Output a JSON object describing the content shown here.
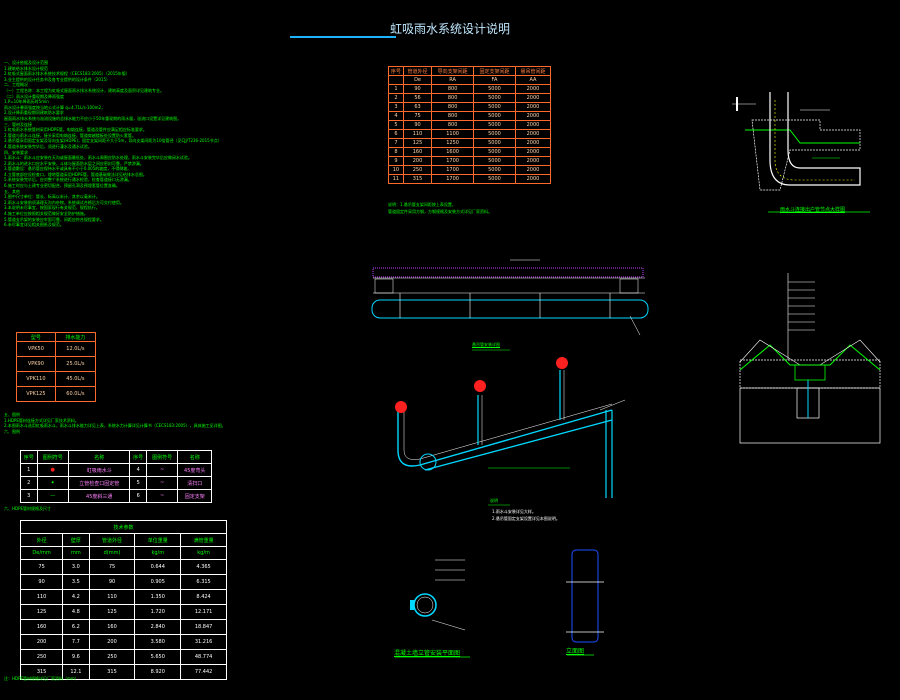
{
  "title": "虹吸雨水系统设计说明",
  "notes": {
    "lines": [
      "一、设计依据及设计范围",
      "  1.建筑给水排水设计规范",
      "  2.虹吸式屋面雨水排水系统技术规程（CECS183:2005）（2015年版）",
      "  3.业主提供的设计任务书及各专业提供的设计条件（2015）",
      "二、工程概况",
      "（一）工程名称：本工程为虹吸式屋面雨水排水系统设计，建筑高度及面积详见建筑专业。",
      "（二）雨水设计重现期及降雨强度",
      "  1.P=10年降雨历时5min",
      "  雨水设计暴雨强度按当地公式计算 q=4.71L/s·100m2，",
      "  2.设计降雨重现期同建筑防水要求",
      "  屋面雨水排水系统与溢流设施的总排水能力不应小于50年重现期的雨水量，溢流口设置详见建筑图。",
      "三、管材及连接",
      "  1.虹吸雨水系统管材采用HDPE管，电熔连接，管道及管件应满足相应标准要求。",
      "  2.管道与雨水斗连接，接头采用电熔连接，管道穿越楼板处设置防火套管。",
      "  3.悬吊管采用固定支架及导向支架(HDPE)，固定支架间距不大于5m，导向支架间距为10倍管径（见CJJ/T236-2015节点）",
      "  4.管道系统安装完毕后，须进行灌水及通水试验。",
      "四、安装要求",
      "  1.雨水斗：雨水斗应安装在天沟或屋面最低处，雨水斗周围应防水处理，雨水斗安装完毕后应做闭水试验。",
      "  2.雨水斗的进水口应水平安装，斗体与屋面防水层之间应密封可靠，严禁渗漏。",
      "  3.管道敷设：悬吊管应保持水平或具有不小于0.005的坡度，不得倒坡。",
      "  4.立管底部应设检查口，埋地管道采用HDPE管，管道基础做法详见给排水总图。",
      "  5.系统安装完毕后，应对整个系统进行通水检验，检查管道接口无渗漏。",
      "  6.施工时应与土建专业密切配合，预留孔洞及预埋套管位置准确。",
      "五、其他",
      "  1.图中尺寸单位：管长、标高以米计，其余以毫米计。",
      "  2.雨水斗安装前须清理天沟内杂物，系统调试合格后方可交付使用。",
      "  3.本说明未尽事宜，按国家现行有关规范、规程执行。",
      "  4.施工单位应按照相关规范做好安全防护措施。",
      "  5.管道支吊架的安装应牢固可靠，间距应符合规程要求。",
      "  6.未尽事宜详见相关图纸及规范。"
    ]
  },
  "flow_table": {
    "headers": [
      "型号",
      "排水能力"
    ],
    "rows": [
      [
        "VPK50",
        "12.0L/s"
      ],
      [
        "VPK90",
        "25.0L/s"
      ],
      [
        "VPK110",
        "45.0L/s"
      ],
      [
        "VPK125",
        "60.0L/s"
      ]
    ]
  },
  "notes2": [
    "五、图例",
    "1.HDPE管材连接方式详见厂家技术资料。",
    "2.本图雨水斗选用虹吸雨水斗，雨水斗排水能力详见上表，系统水力计算详见计算书（CECS183:2005），具体施工见详图。",
    "六、图例"
  ],
  "legend": {
    "headers": [
      "序号",
      "图例符号",
      "名称",
      "序号",
      "图例符号",
      "名称"
    ],
    "rows": [
      [
        "1",
        "",
        "虹吸雨水斗",
        "4",
        "",
        "45度弯头"
      ],
      [
        "2",
        "",
        "立管检查口固定管",
        "5",
        "",
        "清扫口"
      ],
      [
        "3",
        "",
        "45度斜三通",
        "6",
        "",
        "固定支架"
      ]
    ]
  },
  "hdpe_title": "六、HDPE管材规格及尺寸",
  "hdpe_table": {
    "group_header": "技术参数",
    "headers": [
      "外径",
      "壁厚",
      "管道外径",
      "单位重量",
      "满管重量"
    ],
    "units": [
      "De/mm",
      "mm",
      "d(mm)",
      "kg/m",
      "kg/m"
    ],
    "rows": [
      [
        "75",
        "3.0",
        "75",
        "0.644",
        "4.365"
      ],
      [
        "90",
        "3.5",
        "90",
        "0.905",
        "6.315"
      ],
      [
        "110",
        "4.2",
        "110",
        "1.350",
        "8.424"
      ],
      [
        "125",
        "4.8",
        "125",
        "1.720",
        "12.171"
      ],
      [
        "160",
        "6.2",
        "160",
        "2.840",
        "18.847"
      ],
      [
        "200",
        "7.7",
        "200",
        "3.580",
        "31.216"
      ],
      [
        "250",
        "9.6",
        "250",
        "5.650",
        "48.774"
      ],
      [
        "315",
        "12.1",
        "315",
        "8.920",
        "77.442"
      ]
    ]
  },
  "bottom_note": "注：HDPE管材规格详见厂家资料（mm）",
  "spacing_table": {
    "headers": [
      "序号",
      "管道外径",
      "导向支架间距",
      "固定支架间距",
      "悬吊管间距"
    ],
    "sub_headers": [
      "",
      "De",
      "RA",
      "FA",
      "AA"
    ],
    "rows": [
      [
        "1",
        "90",
        "800",
        "5000",
        "2000"
      ],
      [
        "2",
        "56",
        "800",
        "5000",
        "2000"
      ],
      [
        "3",
        "63",
        "800",
        "5000",
        "2000"
      ],
      [
        "4",
        "75",
        "800",
        "5000",
        "2000"
      ],
      [
        "5",
        "90",
        "800",
        "5000",
        "2000"
      ],
      [
        "6",
        "110",
        "1100",
        "5000",
        "2000"
      ],
      [
        "7",
        "125",
        "1250",
        "5000",
        "2000"
      ],
      [
        "8",
        "160",
        "1600",
        "5000",
        "2000"
      ],
      [
        "9",
        "200",
        "1700",
        "5000",
        "2000"
      ],
      [
        "10",
        "250",
        "1700",
        "5000",
        "2000"
      ],
      [
        "11",
        "315",
        "1700",
        "5000",
        "2000"
      ]
    ],
    "note1": "说明：1.悬吊管支架间距按上表设置，",
    "note2": "管道固定件采用方钢，方钢规格及安装方式详见厂家资料。"
  },
  "captions": {
    "roof_outlet": "雨水斗连接出户管节点大样图",
    "pipe_section": "悬吊管安装详图",
    "system_note_title": "说明",
    "system_notes": [
      "1.雨水斗安装详见大样。",
      "2.悬吊管固定支架设置详见本图说明。"
    ],
    "riser_plan": "混凝土墙立管安装平面图",
    "elevation": "立面图"
  },
  "colors": {
    "green": "#00ff00",
    "cyan": "#00d8ff",
    "red": "#ff2020",
    "orange": "#ff6a2a",
    "magenta": "#c040ff",
    "yellow": "#ffff00",
    "white": "#ffffff"
  }
}
